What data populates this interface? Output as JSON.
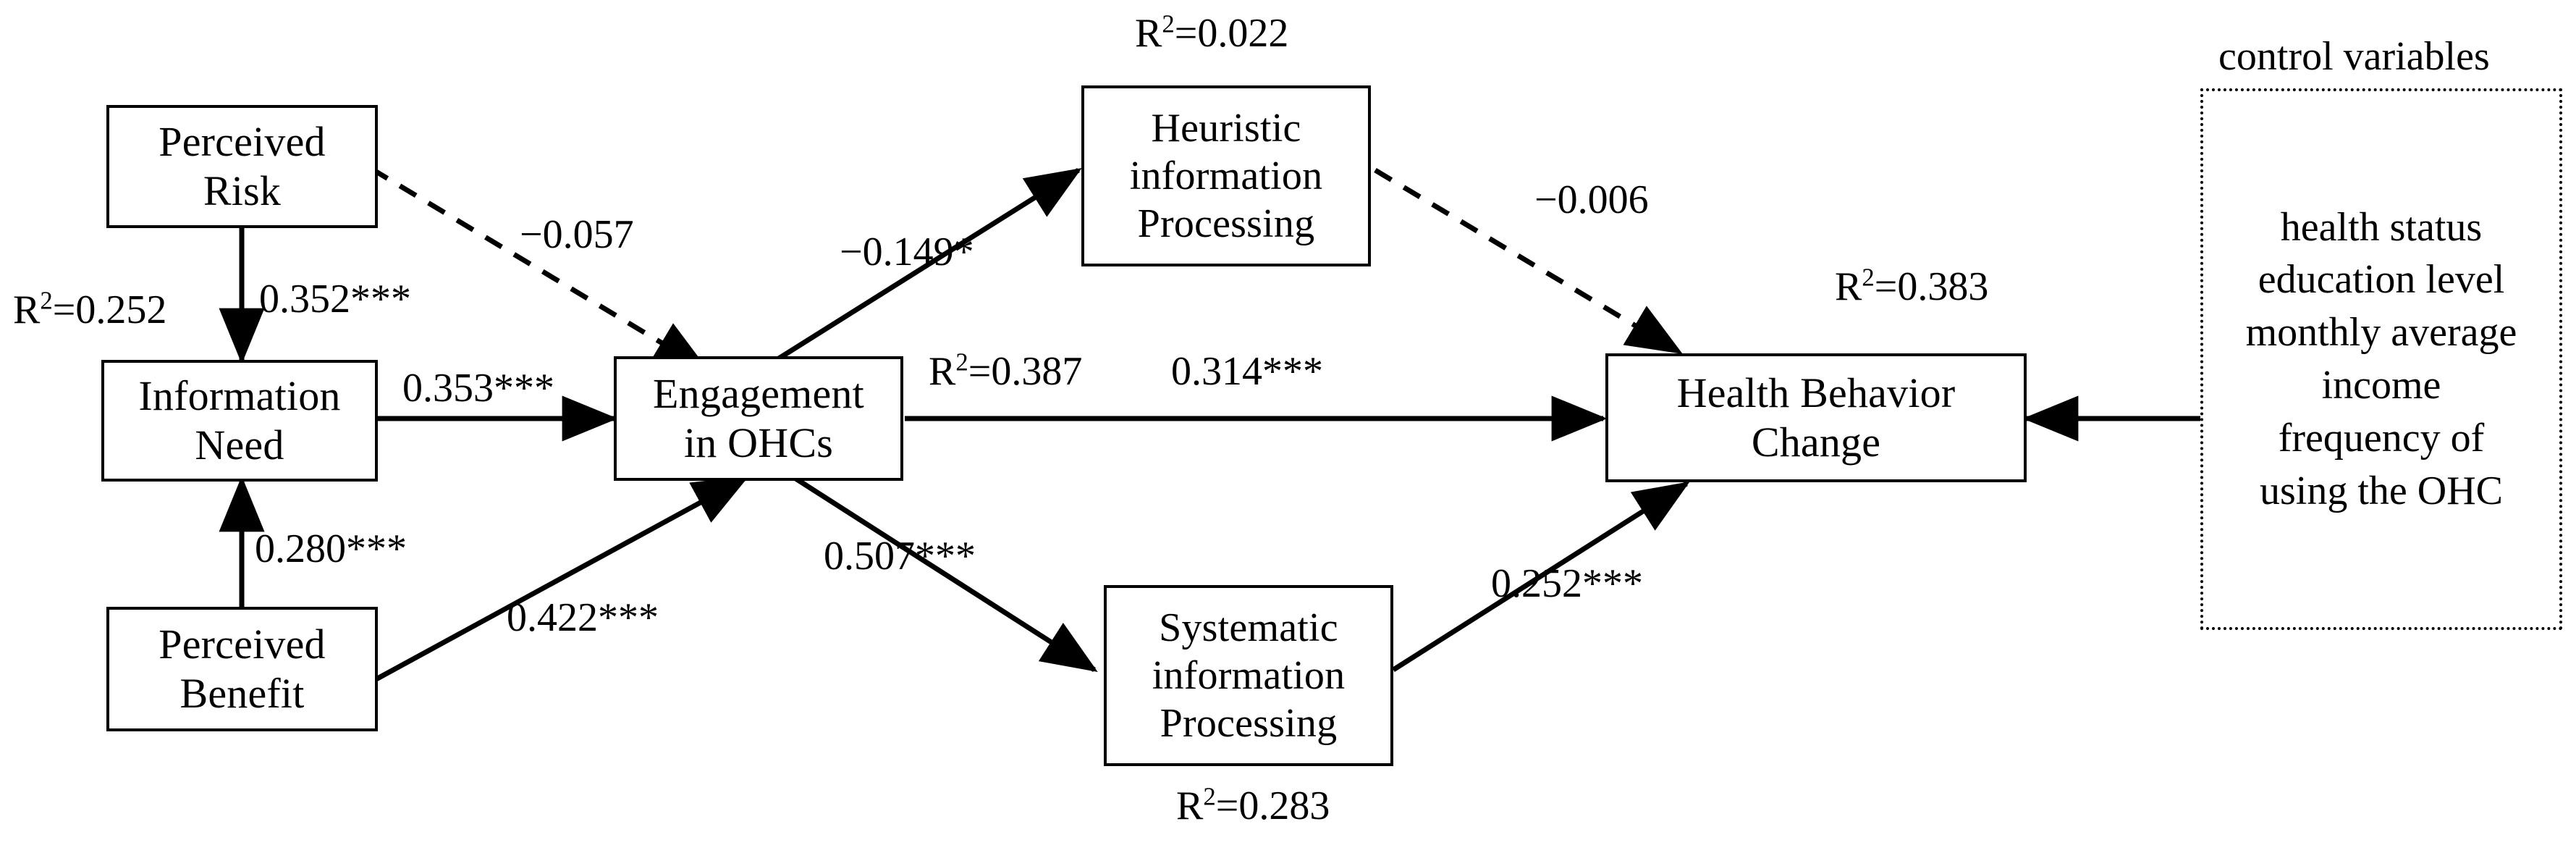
{
  "diagram": {
    "type": "structural-equation-model",
    "nodes": [
      {
        "id": "perceived-risk",
        "lines": [
          "Perceived",
          "Risk"
        ]
      },
      {
        "id": "information-need",
        "lines": [
          "Information",
          "Need"
        ]
      },
      {
        "id": "perceived-benefit",
        "lines": [
          "Perceived",
          "Benefit"
        ]
      },
      {
        "id": "engagement-ohcs",
        "lines": [
          "Engagement",
          "in OHCs"
        ]
      },
      {
        "id": "heuristic-processing",
        "lines": [
          "Heuristic",
          "information",
          "Processing"
        ]
      },
      {
        "id": "systematic-processing",
        "lines": [
          "Systematic",
          "information",
          "Processing"
        ]
      },
      {
        "id": "health-behavior-change",
        "lines": [
          "Health Behavior",
          "Change"
        ]
      }
    ],
    "r_squared": [
      {
        "id": "r2-information-need",
        "prefix": "R",
        "exp": "2",
        "eq": "=",
        "value": "0.252"
      },
      {
        "id": "r2-heuristic",
        "prefix": "R",
        "exp": "2",
        "eq": "=",
        "value": "0.022"
      },
      {
        "id": "r2-engagement",
        "prefix": "R",
        "exp": "2",
        "eq": "=",
        "value": "0.387"
      },
      {
        "id": "r2-health-behavior",
        "prefix": "R",
        "exp": "2",
        "eq": "=",
        "value": "0.383"
      },
      {
        "id": "r2-systematic",
        "prefix": "R",
        "exp": "2",
        "eq": "=",
        "value": "0.283"
      }
    ],
    "path_coefficients": [
      {
        "id": "risk-to-need",
        "label": "0.352***",
        "from": "perceived-risk",
        "to": "information-need",
        "style": "solid",
        "significant": true
      },
      {
        "id": "risk-to-engagement",
        "label": "−0.057",
        "from": "perceived-risk",
        "to": "engagement-ohcs",
        "style": "dashed",
        "significant": false
      },
      {
        "id": "need-to-engagement",
        "label": "0.353***",
        "from": "information-need",
        "to": "engagement-ohcs",
        "style": "solid",
        "significant": true
      },
      {
        "id": "benefit-to-need",
        "label": "0.280***",
        "from": "perceived-benefit",
        "to": "information-need",
        "style": "solid",
        "significant": true
      },
      {
        "id": "benefit-to-engagement",
        "label": "0.422***",
        "from": "perceived-benefit",
        "to": "engagement-ohcs",
        "style": "solid",
        "significant": true
      },
      {
        "id": "engagement-to-heuristic",
        "label": "−0.149*",
        "from": "engagement-ohcs",
        "to": "heuristic-processing",
        "style": "solid",
        "significant": true
      },
      {
        "id": "engagement-to-systematic",
        "label": "0.507***",
        "from": "engagement-ohcs",
        "to": "systematic-processing",
        "style": "solid",
        "significant": true
      },
      {
        "id": "engagement-to-health",
        "label": "0.314***",
        "from": "engagement-ohcs",
        "to": "health-behavior-change",
        "style": "solid",
        "significant": true
      },
      {
        "id": "heuristic-to-health",
        "label": "−0.006",
        "from": "heuristic-processing",
        "to": "health-behavior-change",
        "style": "dashed",
        "significant": false
      },
      {
        "id": "systematic-to-health",
        "label": "0.252***",
        "from": "systematic-processing",
        "to": "health-behavior-change",
        "style": "solid",
        "significant": true
      }
    ],
    "control_panel": {
      "caption": "control variables",
      "variables": [
        "health status",
        "education level",
        "monthly average",
        "income",
        "frequency of",
        "using the OHC"
      ]
    },
    "colors": {
      "stroke": "#000000",
      "background": "#ffffff"
    }
  }
}
